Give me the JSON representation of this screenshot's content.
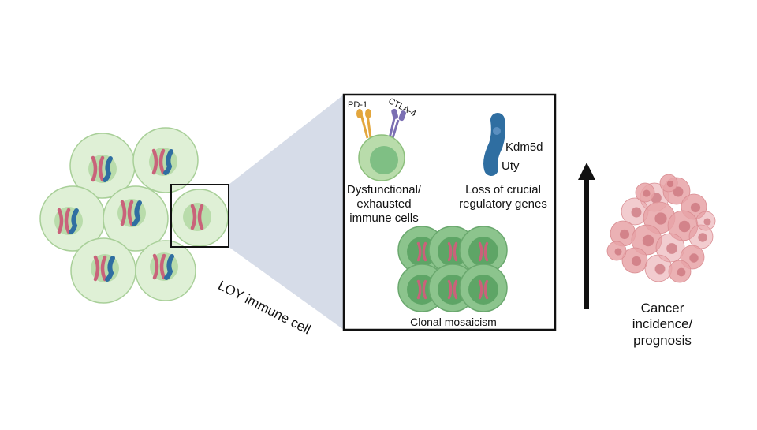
{
  "labels": {
    "loy_immune_cell": "LOY immune cell",
    "pd1": "PD-1",
    "ctla4": "CTLA-4",
    "dysfunctional_line1": "Dysfunctional/",
    "dysfunctional_line2": "exhausted",
    "dysfunctional_line3": "immune cells",
    "kdm5d": "Kdm5d",
    "uty": "Uty",
    "loss_line1": "Loss of crucial",
    "loss_line2": "regulatory genes",
    "clonal": "Clonal mosaicism",
    "cancer_line1": "Cancer",
    "cancer_line2": "incidence/",
    "cancer_line3": "prognosis"
  },
  "colors": {
    "cell_outer": "#dff0d6",
    "cell_outer_stroke": "#a8cf98",
    "nucleus": "#b9dcab",
    "x_chromosome": "#c9627a",
    "y_chromosome": "#2f6ea1",
    "zoom_wedge": "#cfd6e4",
    "pd1": "#e3a63c",
    "ctla4": "#7b6fb3",
    "clonal_outer": "#8cc48d",
    "clonal_nucleus": "#5ea566",
    "tumor": "#e8a3a7",
    "arrow": "#111111"
  }
}
